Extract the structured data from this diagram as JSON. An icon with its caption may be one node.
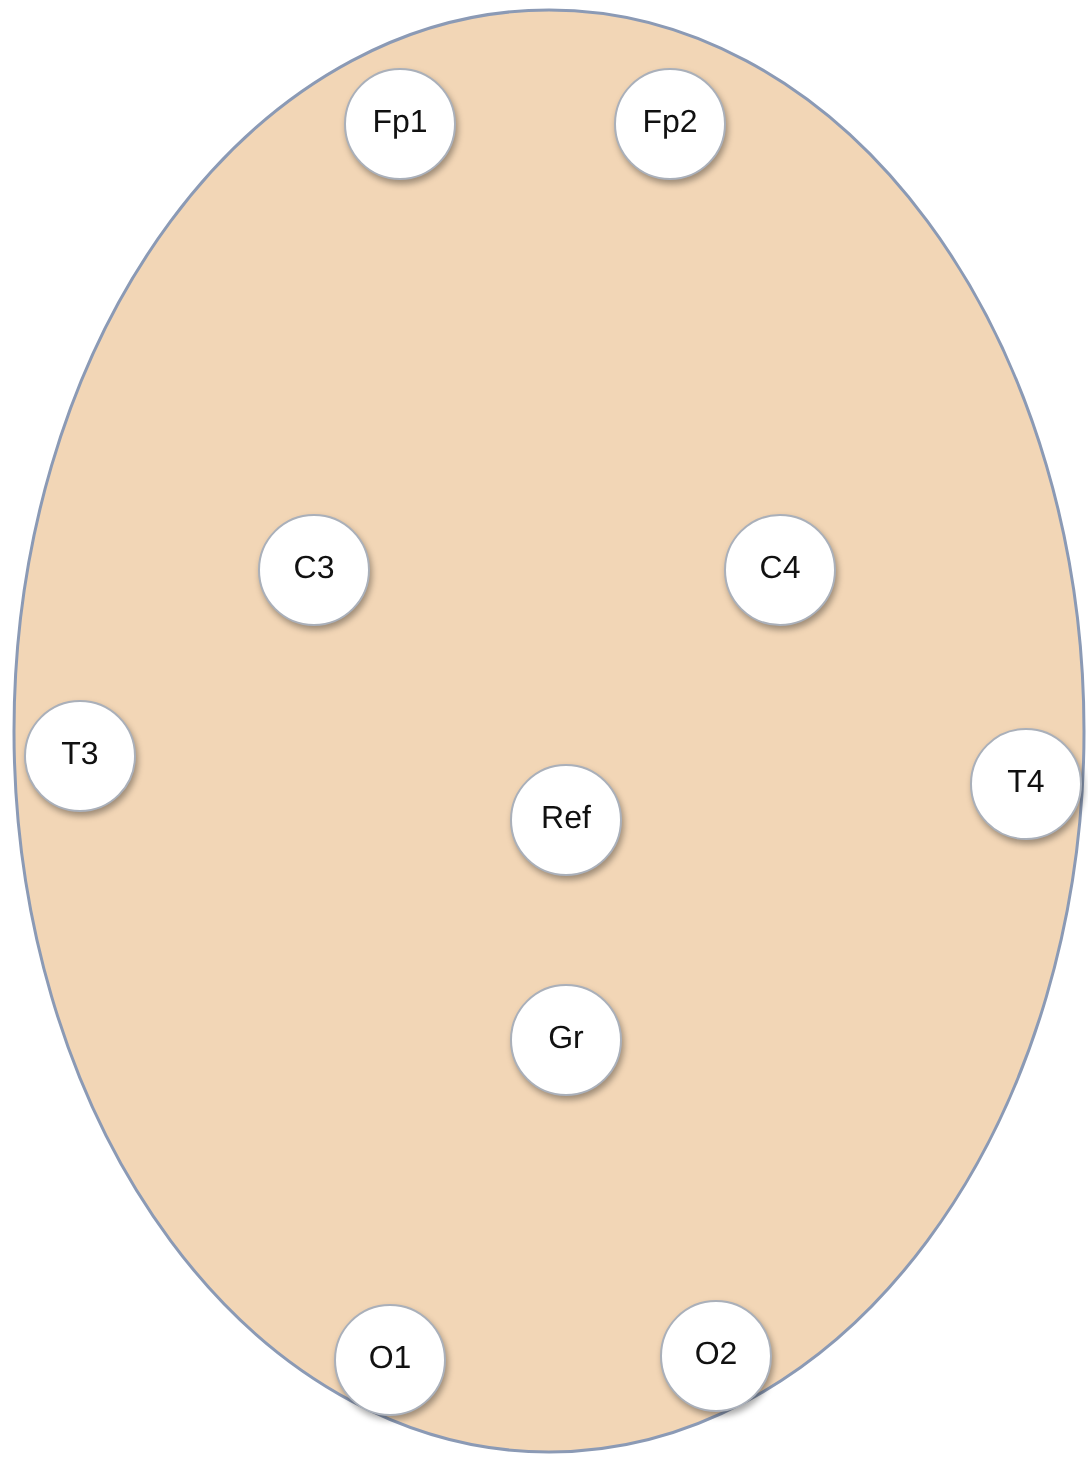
{
  "diagram": {
    "nodes": [
      {
        "text": [],
        "shape": "ellipse"
      },
      {
        "text": [
          "Fp1"
        ],
        "in": 0
      },
      {
        "text": [
          "Fp2"
        ],
        "in": 0
      },
      {
        "text": [
          "C3"
        ],
        "in": 0
      },
      {
        "text": [
          "C4"
        ],
        "in": 0
      },
      {
        "text": [
          "T3"
        ],
        "in": 0
      },
      {
        "text": [
          "T4"
        ],
        "in": 0
      },
      {
        "text": [
          "Ref"
        ],
        "in": 0
      },
      {
        "text": [
          "Gr"
        ],
        "in": 0
      },
      {
        "text": [
          "O1"
        ],
        "in": 0
      },
      {
        "text": [
          "O2"
        ],
        "in": 0
      }
    ]
  }
}
